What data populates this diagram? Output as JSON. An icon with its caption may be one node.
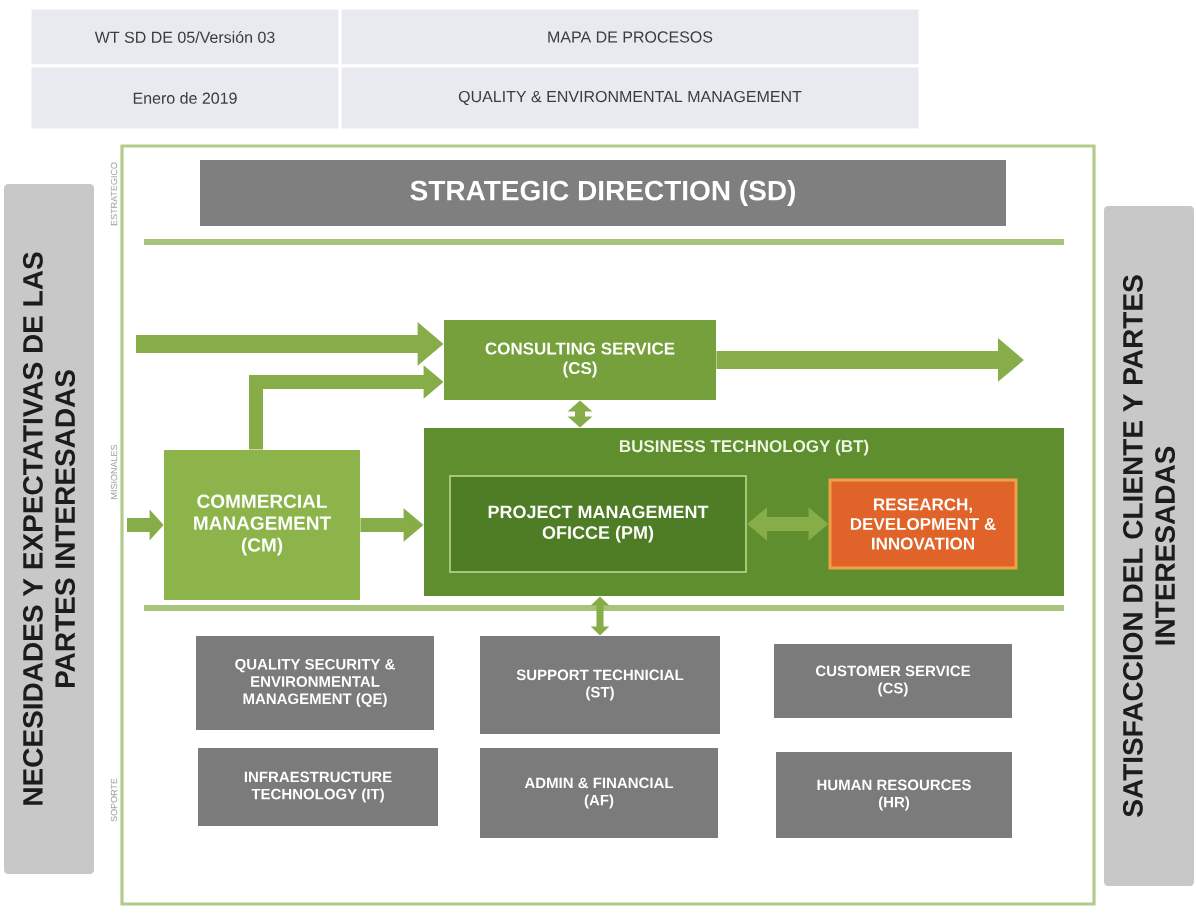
{
  "diagram": {
    "nodes": [
      {
        "text": [
          "NECESIDADES Y EXPECTATIVAS DE LAS PARTES INTERESADAS"
        ]
      },
      {
        "text": [
          "STRATEGIC DIRECTION (SD)"
        ]
      },
      {
        "text": [
          "CONSULTING SERVICE (CS)"
        ]
      },
      {
        "text": [
          "BUSINESS TECHNOLOGY (BT)"
        ]
      },
      {
        "text": [
          "COMMERCIAL MANAGEMENT (CM)"
        ]
      },
      {
        "text": [
          "PROJECT MANAGEMENT OFICCE (PM)"
        ],
        "in": 3
      },
      {
        "text": [
          "RESEARCH, DEVELOPMENT & INNOVATION"
        ],
        "in": 3
      },
      {
        "text": [
          "QUALITY SECURITY & ENVIRONMENTAL MANAGEMENT (QE)"
        ]
      },
      {
        "text": [
          "SUPPORT TECHNICIAL (ST)"
        ]
      },
      {
        "text": [
          "CUSTOMER SERVICE (CS)"
        ]
      },
      {
        "text": [
          "INFRAESTRUCTURE TECHNOLOGY (IT)"
        ]
      },
      {
        "text": [
          "ADMIN & FINANCIAL (AF)"
        ]
      },
      {
        "text": [
          "HUMAN RESOURCES (HR)"
        ]
      },
      {
        "text": [
          "SATISFACCION DEL CLIENTE Y PARTES INTERESADAS"
        ]
      }
    ],
    "edges": [
      {
        "from": null,
        "to": 2,
        "arrow": "to"
      },
      {
        "from": 4,
        "to": 2,
        "arrow": "to"
      },
      {
        "from": 2,
        "to": null,
        "arrow": "to"
      },
      {
        "from": 2,
        "to": 3,
        "arrow": "both"
      },
      {
        "from": null,
        "to": 4,
        "arrow": "to"
      },
      {
        "from": 4,
        "to": 3,
        "arrow": "to"
      },
      {
        "from": 5,
        "to": 6,
        "arrow": "both"
      },
      {
        "from": 3,
        "to": 8,
        "arrow": "both"
      }
    ],
    "labels": [
      "WT SD DE 05/Versión 03",
      "MAPA DE PROCESOS",
      "Enero de 2019",
      "QUALITY & ENVIRONMENTAL MANAGEMENT",
      "ESTRATEGICO",
      "MISIONALES",
      "SOPORTE"
    ]
  }
}
